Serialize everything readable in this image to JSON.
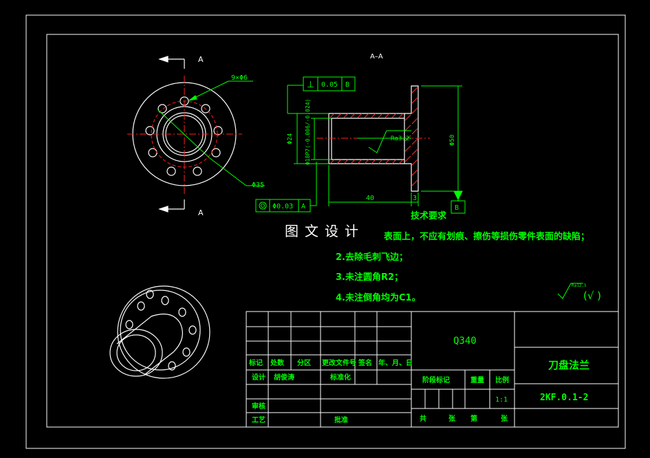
{
  "views": {
    "section_marker_left": "A",
    "section_marker_bottom": "A",
    "section_title": "A–A"
  },
  "dimensions": {
    "holes": "9×Φ6",
    "bolt_circle": "Φ35",
    "perpendicularity_symbol": "⊥",
    "perpendicularity_value": "0.05",
    "perpendicularity_datum": "B",
    "bore_outer": "Φ24",
    "bore_fit": "Φ18P7(-0.006/-0.024)",
    "flange_dia": "Φ50",
    "roughness": "Ra3.2",
    "length": "40",
    "flange_thickness": "3",
    "coaxiality_value": "Φ0.03",
    "coaxiality_datum": "A",
    "datum_b": "B"
  },
  "watermark": "图文设计",
  "tech_req": {
    "title": "技术要求",
    "items": [
      "表面上，不应有划痕、擦伤等损伤零件表面的缺陷；",
      "2.去除毛刺飞边；",
      "3.未注圆角R2；",
      "4.未注倒角均为C1。"
    ]
  },
  "surface_finish": {
    "value": "Ra12.5",
    "bracket": "(√ )"
  },
  "title_block": {
    "material": "Q340",
    "part_name": "刀盘法兰",
    "drawing_no": "2KF.0.1-2",
    "scale": "1:1",
    "row_labels": [
      "标记",
      "处数",
      "分区",
      "更改文件号",
      "签名",
      "年、月、日"
    ],
    "design_label": "设计",
    "designer": "胡俊涛",
    "standardize_label": "标准化",
    "review_label": "审核",
    "process_label": "工艺",
    "approve_label": "批准",
    "stage_label": "阶段标记",
    "weight_label": "重量",
    "scale_label": "比例",
    "total_label": "共",
    "sheet_label": "张",
    "number_label": "第",
    "sheet_label2": "张"
  }
}
